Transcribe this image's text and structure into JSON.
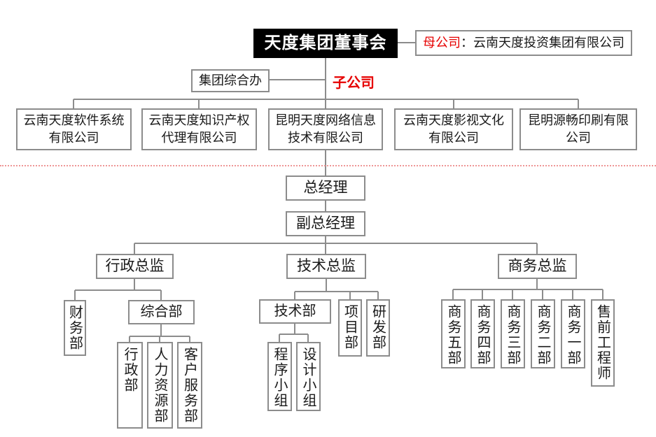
{
  "colors": {
    "accent_red": "#e60000",
    "line_gray": "#8c8c8c",
    "board_background": "#000000",
    "divider_dotted_red": "#ee9595"
  },
  "board": {
    "label": "天度集团董事会"
  },
  "parent_company": {
    "tag": "母公司",
    "rest": "：云南天度投资集团有限公司"
  },
  "group_office": {
    "label": "集团综合办"
  },
  "subsidiary_tag": {
    "label": "子公司"
  },
  "subsidiaries": [
    {
      "name": "云南天度软件系统有限公司"
    },
    {
      "name": "云南天度知识产权代理有限公司"
    },
    {
      "name": "昆明天度网络信息技术有限公司"
    },
    {
      "name": "云南天度影视文化有限公司"
    },
    {
      "name": "昆明源畅印刷有限公司"
    }
  ],
  "management": {
    "general_manager": "总经理",
    "deputy_general_manager": "副总经理"
  },
  "directors": {
    "admin": "行政总监",
    "tech": "技术总监",
    "business": "商务总监"
  },
  "admin_branch": {
    "finance_dept": "财务部",
    "general_dept": "综合部",
    "general_dept_children": [
      "行政部",
      "人力资源部",
      "客户服务部"
    ]
  },
  "tech_branch": {
    "tech_dept": "技术部",
    "project_dept": "项目部",
    "rd_dept": "研发部",
    "tech_dept_children": [
      "程序小组",
      "设计小组"
    ]
  },
  "business_branch": {
    "depts": [
      "商务五部",
      "商务四部",
      "商务三部",
      "商务二部",
      "商务一部",
      "售前工程师"
    ]
  }
}
